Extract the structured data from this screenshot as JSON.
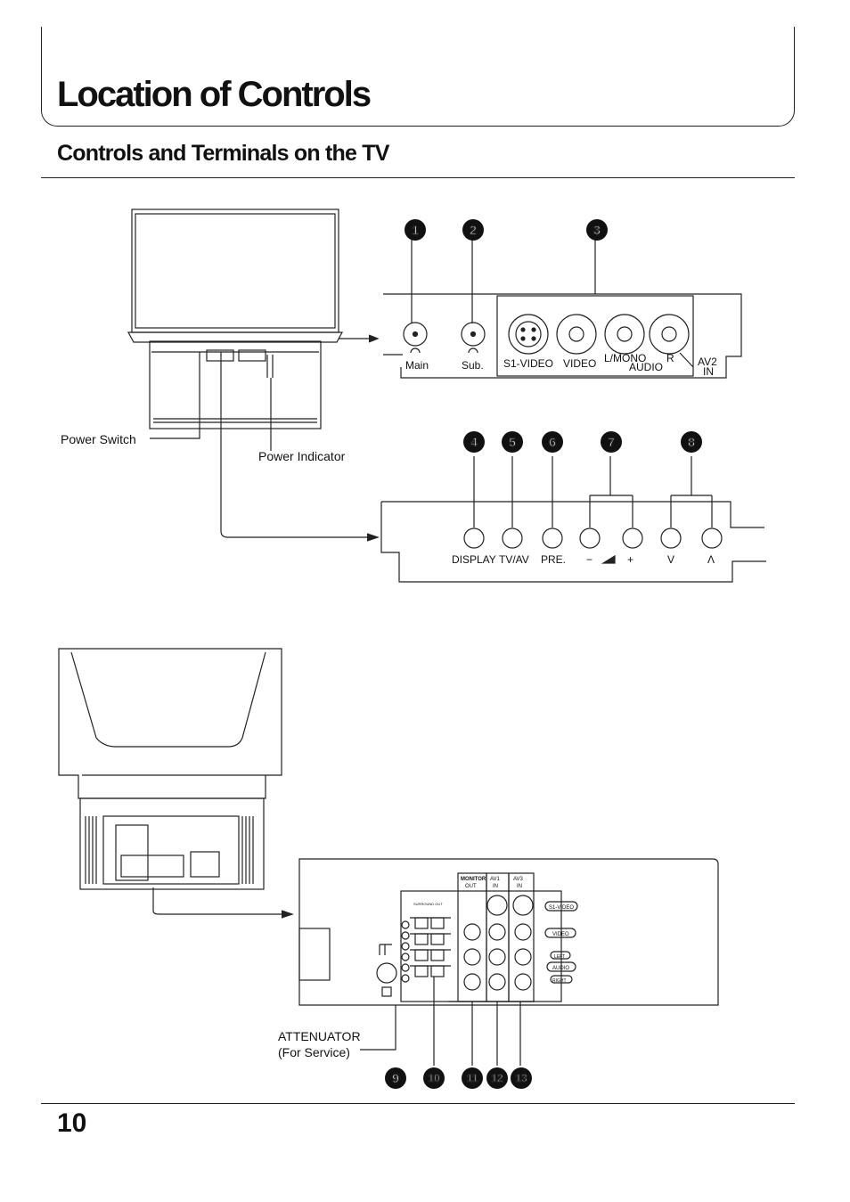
{
  "heading": {
    "title": "Location of Controls",
    "section": "Controls and Terminals on the TV"
  },
  "front": {
    "power_switch": "Power Switch",
    "power_indicator": "Power Indicator"
  },
  "top_panel": {
    "main": "Main",
    "sub": "Sub.",
    "s1_video": "S1-VIDEO",
    "video": "VIDEO",
    "lmono": "L/MONO",
    "r": "R",
    "audio": "AUDIO",
    "av2": "AV2",
    "in": "IN"
  },
  "bottom_panel": {
    "display": "DISPLAY",
    "tvav": "TV/AV",
    "pre": "PRE.",
    "minus": "−",
    "plus": "+",
    "ch_down": "V",
    "ch_up": "Λ"
  },
  "rear": {
    "attenuator": "ATTENUATOR",
    "for_service": "(For Service)",
    "monitor_out_1": "MONITOR",
    "monitor_out_2": "OUT",
    "av1_1": "AV1",
    "av1_2": "IN",
    "av3_1": "AV3",
    "av3_2": "IN",
    "surround": "SURROUND OUT",
    "s1_video": "S1-VIDEO",
    "video": "VIDEO",
    "left": "LEFT",
    "audio": "AUDIO",
    "right": "RIGHT"
  },
  "callouts": [
    "1",
    "2",
    "3",
    "4",
    "5",
    "6",
    "7",
    "8",
    "9",
    "10",
    "11",
    "12",
    "13"
  ],
  "footer": {
    "page_number": "10"
  }
}
